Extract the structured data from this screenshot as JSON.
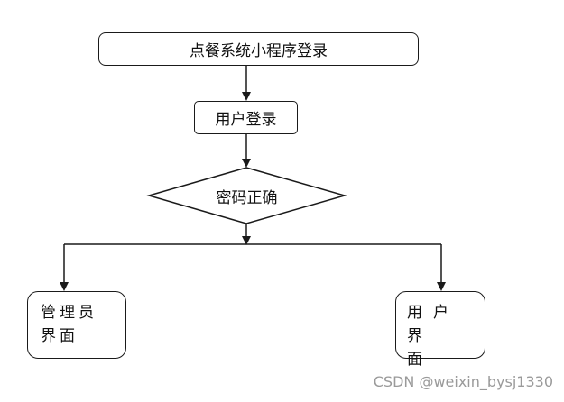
{
  "flowchart": {
    "start_label": "点餐系统小程序登录",
    "user_login_label": "用户登录",
    "decision_label": "密码正确",
    "admin_label": "管理员界面",
    "user_ui_label_part1": "用户",
    "user_ui_label_part2": "界面"
  },
  "watermark": "CSDN @weixin_bysj1330",
  "colors": {
    "stroke": "#1a1a1a",
    "background": "#ffffff",
    "watermark": "#9a9a9a"
  }
}
